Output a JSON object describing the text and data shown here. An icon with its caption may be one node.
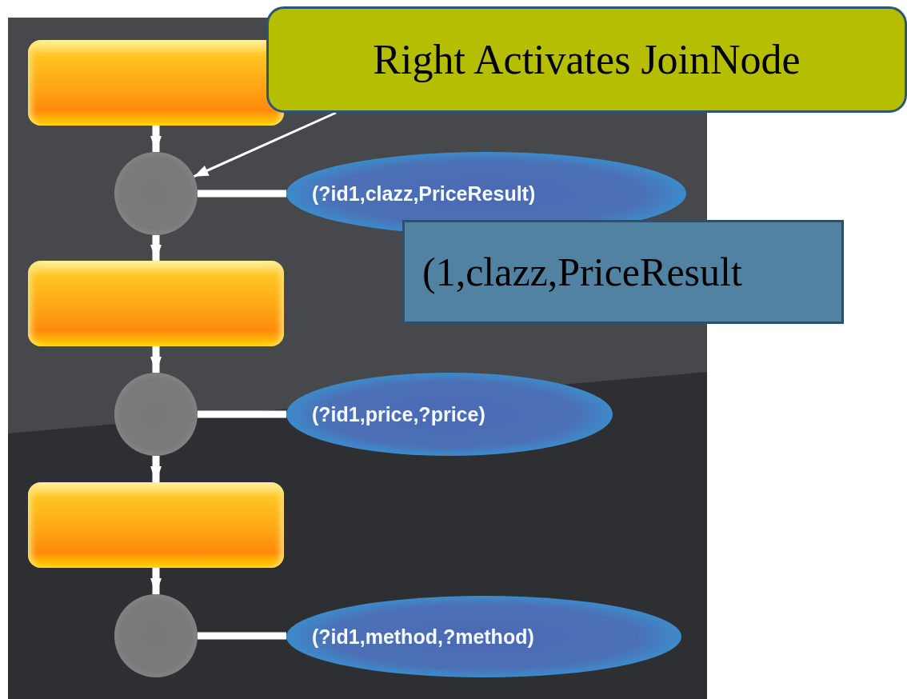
{
  "diagram": {
    "nodes": [
      {
        "text": [
          "Right Activates JoinNode"
        ]
      },
      {
        "text": [],
        "shape": "box"
      },
      {
        "text": [],
        "shape": "circle"
      },
      {
        "text": [
          "(?id1,clazz,PriceResult)"
        ]
      },
      {
        "text": [
          "(1,clazz,PriceResult"
        ]
      },
      {
        "text": [],
        "shape": "box"
      },
      {
        "text": [],
        "shape": "circle"
      },
      {
        "text": [
          "(?id1,price,?price)"
        ]
      },
      {
        "text": [],
        "shape": "box"
      },
      {
        "text": [],
        "shape": "circle"
      },
      {
        "text": [
          "(?id1,method,?method)"
        ]
      }
    ],
    "edges": [
      {
        "from": 1,
        "to": 2,
        "arrow": "to"
      },
      {
        "from": 2,
        "to": 5,
        "arrow": "to"
      },
      {
        "from": 5,
        "to": 6,
        "arrow": "to"
      },
      {
        "from": 6,
        "to": 8,
        "arrow": "to"
      },
      {
        "from": 8,
        "to": 9,
        "arrow": "to"
      },
      {
        "from": 0,
        "to": 2,
        "arrow": "to"
      },
      {
        "from": 2,
        "to": 3,
        "arrow": "none"
      },
      {
        "from": 6,
        "to": 7,
        "arrow": "none"
      },
      {
        "from": 9,
        "to": 10,
        "arrow": "none"
      }
    ]
  }
}
